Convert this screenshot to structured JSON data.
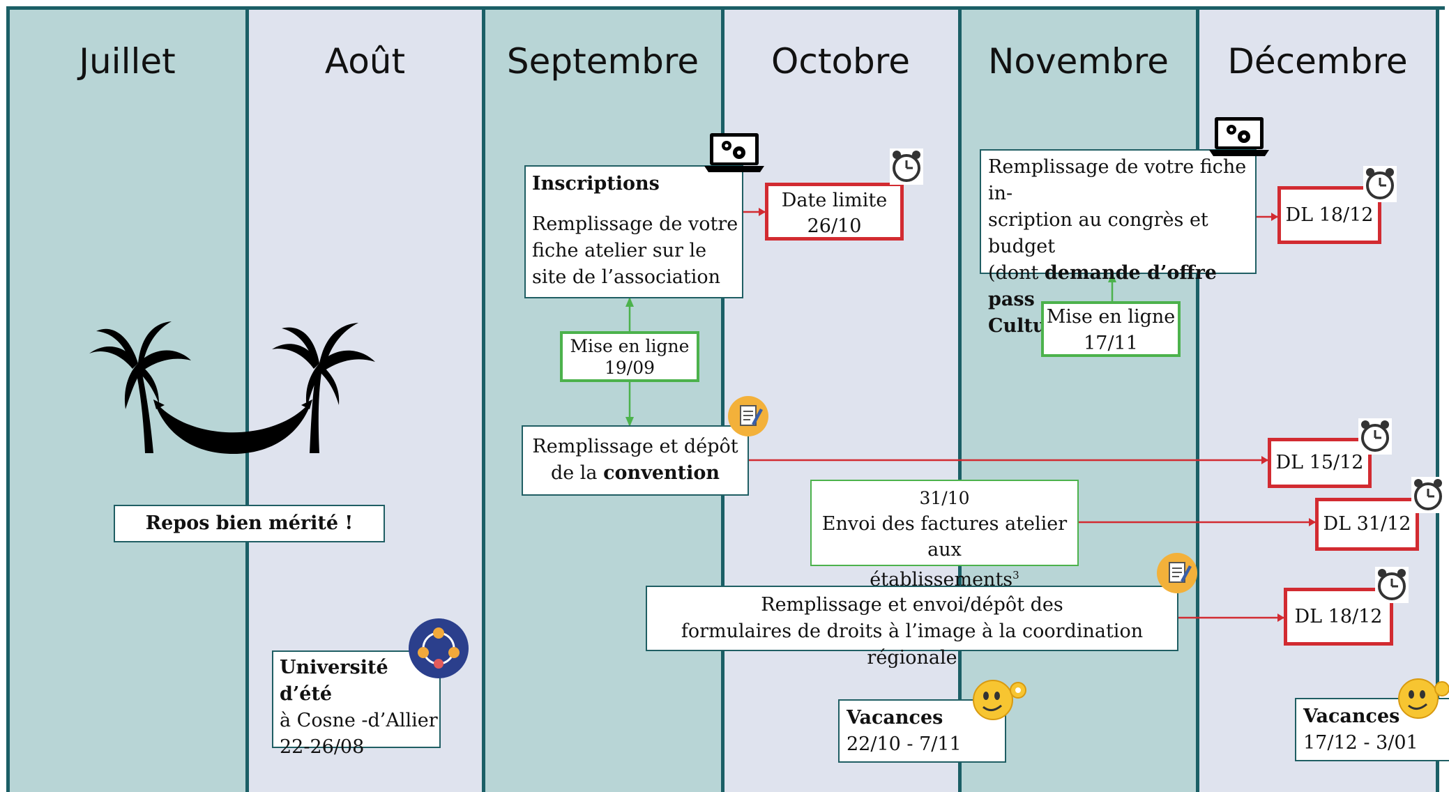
{
  "months": [
    "Juillet",
    "Août",
    "Septembre",
    "Octobre",
    "Novembre",
    "Décembre"
  ],
  "repos": {
    "label": "Repos bien mérité !"
  },
  "universite": {
    "title": "Université d’été",
    "place": "à Cosne -d’Allier",
    "dates": "22-26/08"
  },
  "inscriptions": {
    "title": "Inscriptions",
    "body": "Remplissage de votre fiche atelier sur le site de l’association"
  },
  "date_limite": {
    "line1": "Date limite",
    "line2": "26/10"
  },
  "mise_en_ligne_sep": {
    "line1": "Mise en ligne",
    "line2": "19/09"
  },
  "convention": {
    "prefix": "Remplissage et dépôt",
    "middle": "de la ",
    "bold": "convention"
  },
  "dl_convention": "DL 15/12",
  "factures": {
    "date": "31/10",
    "line1": "Envoi des factures atelier aux",
    "line2": "établissements",
    "footnote": "3"
  },
  "dl_factures": "DL 31/12",
  "droits_image": {
    "line1": "Remplissage et envoi/dépôt des",
    "line2": "formulaires de droits à l’image à la coordination régionale"
  },
  "dl_droits_image": "DL 18/12",
  "congres": {
    "line1": "Remplissage de votre fiche in-",
    "line2": "scription au congrès et budget",
    "line3_prefix": "(dont ",
    "line3_bold": "demande d’offre pass",
    "line4_bold": "Culture",
    "line4_suffix": ")"
  },
  "dl_congres": "DL 18/12",
  "mise_en_ligne_nov": {
    "line1": "Mise en ligne",
    "line2": "17/11"
  },
  "vacances_toussaint": {
    "title": "Vacances",
    "dates": "22/10 - 7/11"
  },
  "vacances_noel": {
    "title": "Vacances",
    "dates": "17/12 - 3/01"
  },
  "colors": {
    "teal_column": "#b8d5d6",
    "blue_column": "#dfe3ee",
    "frame": "#1b5f66",
    "deadline_red": "#d22b31",
    "online_green": "#4cb24c"
  }
}
